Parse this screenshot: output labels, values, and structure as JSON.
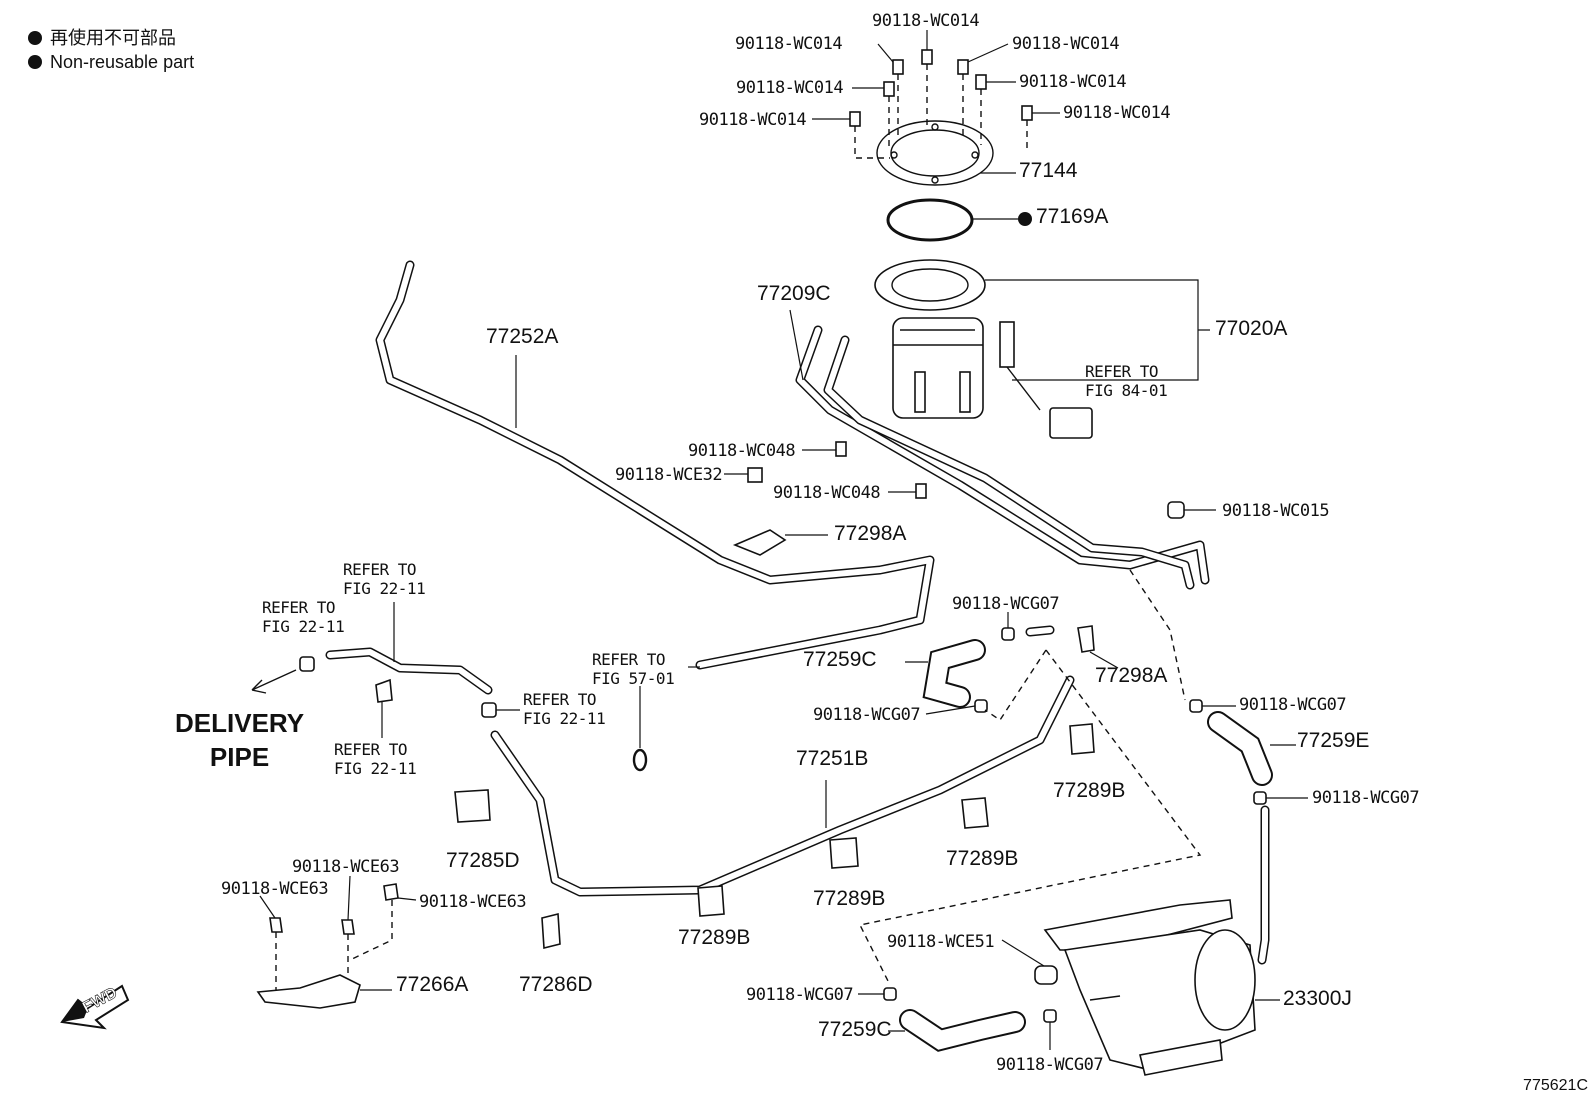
{
  "legend": {
    "jp": "再使用不可部品",
    "en": "Non-reusable part"
  },
  "delivery_pipe": {
    "line1": "DELIVERY",
    "line2": "PIPE"
  },
  "fwd_label": "FWD",
  "figure_id": "775621C",
  "callouts": {
    "c1": "90118-WC014",
    "c2": "90118-WC014",
    "c3": "90118-WC014",
    "c4": "90118-WC014",
    "c5": "90118-WC014",
    "c6": "90118-WC014",
    "c7": "90118-WC014",
    "p77144": "77144",
    "p77169A": "77169A",
    "p77209C": "77209C",
    "p77020A": "77020A",
    "p77252A": "77252A",
    "wc048a": "90118-WC048",
    "wce32": "90118-WCE32",
    "wc048b": "90118-WC048",
    "wc015": "90118-WC015",
    "p77298A_a": "77298A",
    "wcg07a": "90118-WCG07",
    "p77259C_a": "77259C",
    "p77298A_b": "77298A",
    "wcg07b": "90118-WCG07",
    "wcg07c": "90118-WCG07",
    "p77259E": "77259E",
    "wcg07d": "90118-WCG07",
    "p77251B": "77251B",
    "p77289B_a": "77289B",
    "p77289B_b": "77289B",
    "p77289B_c": "77289B",
    "p77289B_d": "77289B",
    "p77285D": "77285D",
    "wce63a": "90118-WCE63",
    "wce63b": "90118-WCE63",
    "wce63c": "90118-WCE63",
    "p77266A": "77266A",
    "p77286D": "77286D",
    "wce51": "90118-WCE51",
    "wcg07e": "90118-WCG07",
    "p77259C_b": "77259C",
    "wcg07f": "90118-WCG07",
    "p23300J": "23300J"
  },
  "refer": {
    "ref_fig84": {
      "l1": "REFER TO",
      "l2": "FIG 84-01"
    },
    "ref_fig22a": {
      "l1": "REFER TO",
      "l2": "FIG 22-11"
    },
    "ref_fig22b": {
      "l1": "REFER TO",
      "l2": "FIG 22-11"
    },
    "ref_fig22c": {
      "l1": "REFER TO",
      "l2": "FIG 22-11"
    },
    "ref_fig22d": {
      "l1": "REFER TO",
      "l2": "FIG 22-11"
    },
    "ref_fig57": {
      "l1": "REFER TO",
      "l2": "FIG 57-01"
    }
  }
}
